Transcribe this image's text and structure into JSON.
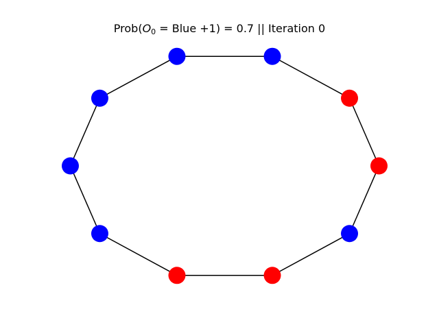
{
  "title": {
    "prefix": "Prob(",
    "var": "O",
    "subscript": "0",
    "equals": " = ",
    "outcome": "Blue +1",
    "suffix": ") = 0.7 || Iteration 0"
  },
  "colors": {
    "blue": "#0000ff",
    "red": "#ff0000",
    "edge": "#000000"
  },
  "nodes": [
    {
      "id": "n0",
      "color": "red"
    },
    {
      "id": "n1",
      "color": "red"
    },
    {
      "id": "n2",
      "color": "blue"
    },
    {
      "id": "n3",
      "color": "blue"
    },
    {
      "id": "n4",
      "color": "blue"
    },
    {
      "id": "n5",
      "color": "blue"
    },
    {
      "id": "n6",
      "color": "blue"
    },
    {
      "id": "n7",
      "color": "red"
    },
    {
      "id": "n8",
      "color": "red"
    },
    {
      "id": "n9",
      "color": "blue"
    }
  ],
  "edges": [
    [
      "n0",
      "n1"
    ],
    [
      "n1",
      "n2"
    ],
    [
      "n2",
      "n3"
    ],
    [
      "n3",
      "n4"
    ],
    [
      "n4",
      "n5"
    ],
    [
      "n5",
      "n6"
    ],
    [
      "n6",
      "n7"
    ],
    [
      "n7",
      "n8"
    ],
    [
      "n8",
      "n9"
    ],
    [
      "n9",
      "n0"
    ]
  ]
}
